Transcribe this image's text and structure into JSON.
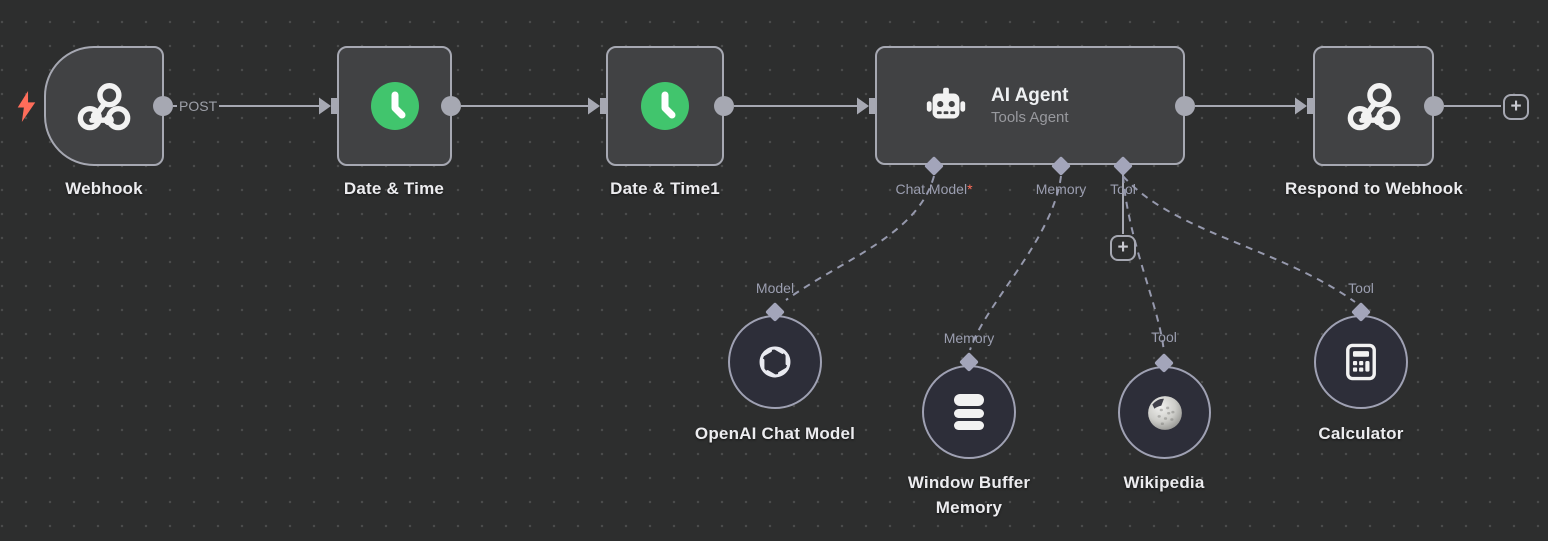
{
  "workflow": {
    "post_label": "POST",
    "required_mark": "*",
    "plus": "+",
    "nodes": {
      "webhook": {
        "name": "Webhook"
      },
      "date_time": {
        "name": "Date & Time"
      },
      "date_time1": {
        "name": "Date & Time1"
      },
      "ai_agent": {
        "name": "AI Agent",
        "subtitle": "Tools Agent",
        "ports": {
          "chat_model": "Chat Model",
          "memory": "Memory",
          "tool": "Tool"
        }
      },
      "respond_to_webhook": {
        "name": "Respond to Webhook"
      },
      "openai_chat_model": {
        "name": "OpenAI Chat Model",
        "port": "Model"
      },
      "window_buffer_memory": {
        "name": "Window Buffer Memory",
        "port": "Memory"
      },
      "wikipedia": {
        "name": "Wikipedia",
        "port": "Tool"
      },
      "calculator": {
        "name": "Calculator",
        "port": "Tool"
      }
    },
    "colors": {
      "canvas": "#2d2e2e",
      "node_fill": "#414244",
      "subnode_fill": "#2d2e39",
      "wire": "#a6a8b2",
      "green": "#41c56d",
      "alert": "#ff6d5a"
    }
  }
}
